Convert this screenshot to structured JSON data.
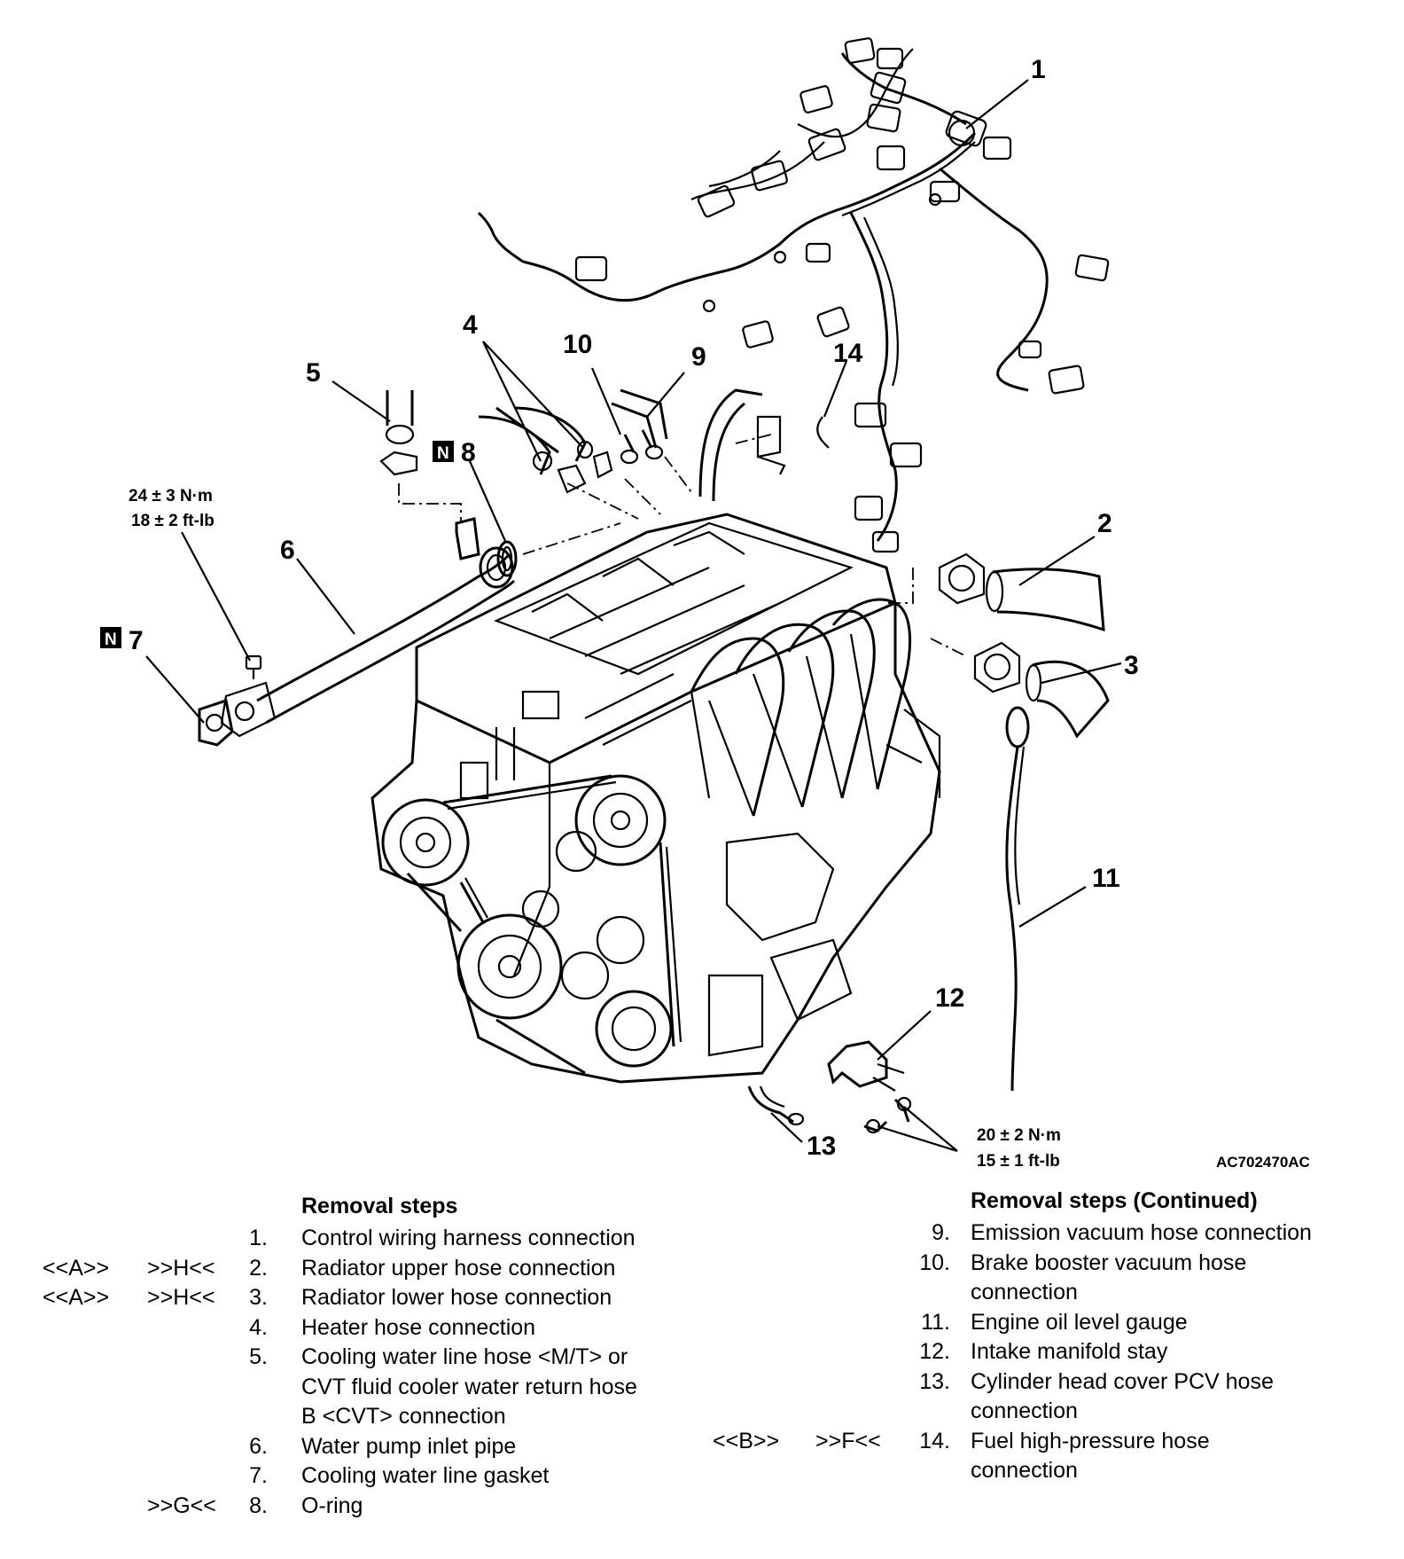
{
  "figure_id": "AC702470AC",
  "callouts": {
    "c1": "1",
    "c2": "2",
    "c3": "3",
    "c4": "4",
    "c5": "5",
    "c6": "6",
    "c7": "7",
    "c8": "8",
    "c9": "9",
    "c10": "10",
    "c11": "11",
    "c12": "12",
    "c13": "13",
    "c14": "14"
  },
  "new_part_mark": "N",
  "torque": {
    "pipe_bolt_nm": "24 ± 3 N·m",
    "pipe_bolt_ftlb": "18 ± 2 ft-lb",
    "stay_bolt_nm": "20 ± 2 N·m",
    "stay_bolt_ftlb": "15 ± 1 ft-lb"
  },
  "removal_steps": {
    "title": "Removal steps",
    "items": [
      {
        "code1": "",
        "code2": "",
        "num": "1.",
        "lines": [
          "Control wiring harness connection"
        ]
      },
      {
        "code1": "<<A>>",
        "code2": ">>H<<",
        "num": "2.",
        "lines": [
          "Radiator upper hose connection"
        ]
      },
      {
        "code1": "<<A>>",
        "code2": ">>H<<",
        "num": "3.",
        "lines": [
          "Radiator lower hose connection"
        ]
      },
      {
        "code1": "",
        "code2": "",
        "num": "4.",
        "lines": [
          "Heater hose connection"
        ]
      },
      {
        "code1": "",
        "code2": "",
        "num": "5.",
        "lines": [
          "Cooling water line hose <M/T> or",
          "CVT fluid cooler water return hose",
          "B <CVT> connection"
        ]
      },
      {
        "code1": "",
        "code2": "",
        "num": "6.",
        "lines": [
          "Water pump inlet pipe"
        ]
      },
      {
        "code1": "",
        "code2": "",
        "num": "7.",
        "lines": [
          "Cooling water line gasket"
        ]
      },
      {
        "code1": "",
        "code2": ">>G<<",
        "num": "8.",
        "lines": [
          "O-ring"
        ]
      }
    ]
  },
  "removal_steps_continued": {
    "title": "Removal steps (Continued)",
    "items": [
      {
        "code1": "",
        "code2": "",
        "num": "9.",
        "lines": [
          "Emission vacuum hose connection"
        ]
      },
      {
        "code1": "",
        "code2": "",
        "num": "10.",
        "lines": [
          "Brake booster vacuum hose",
          "connection"
        ]
      },
      {
        "code1": "",
        "code2": "",
        "num": "11.",
        "lines": [
          "Engine oil level gauge"
        ]
      },
      {
        "code1": "",
        "code2": "",
        "num": "12.",
        "lines": [
          "Intake manifold stay"
        ]
      },
      {
        "code1": "",
        "code2": "",
        "num": "13.",
        "lines": [
          "Cylinder head cover PCV hose",
          "connection"
        ]
      },
      {
        "code1": "<<B>>",
        "code2": ">>F<<",
        "num": "14.",
        "lines": [
          "Fuel high-pressure hose",
          "connection"
        ]
      }
    ]
  }
}
